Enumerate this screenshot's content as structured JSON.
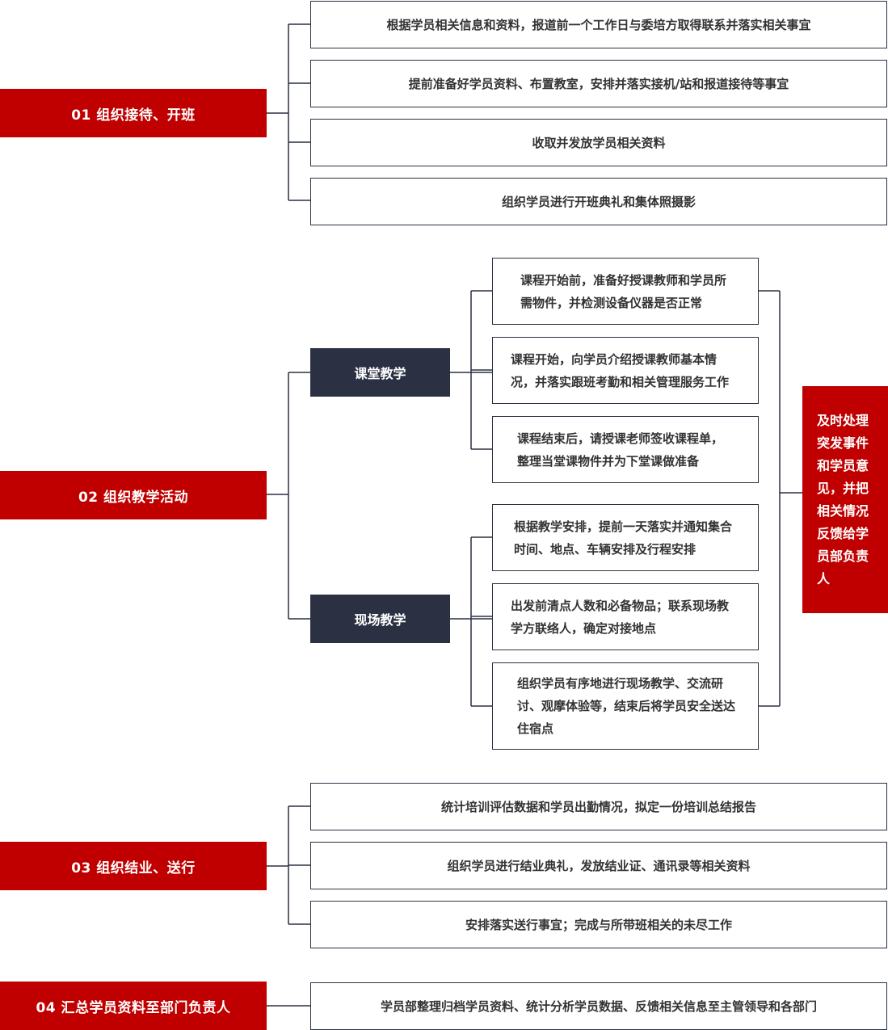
{
  "sections": [
    {
      "label": "01  组织接待、开班",
      "tasks": [
        "根据学员相关信息和资料，报道前一个工作日与委培方取得联系并落实相关事宜",
        "提前准备好学员资料、布置教室，安排并落实接机/站和报道接待等事宜",
        "收取并发放学员相关资料",
        "组织学员进行开班典礼和集体照摄影"
      ]
    },
    {
      "label": "02  组织教学活动",
      "groups": [
        {
          "label": "课堂教学",
          "tasks": [
            "课程开始前，准备好授课教师和学员所需物件，并检测设备仪器是否正常",
            "课程开始，向学员介绍授课教师基本情况，并落实跟班考勤和相关管理服务工作",
            "课程结束后，请授课老师签收课程单，整理当堂课物件并为下堂课做准备"
          ]
        },
        {
          "label": "现场教学",
          "tasks": [
            "根据教学安排，提前一天落实并通知集合时间、地点、车辆安排及行程安排",
            "出发前清点人数和必备物品；联系现场教学方联络人，确定对接地点",
            "组织学员有序地进行现场教学、交流研讨、观摩体验等，结束后将学员安全送达住宿点"
          ]
        }
      ],
      "side_note": "及时处理突发事件和学员意见，并把相关情况反馈给学员部负责人"
    },
    {
      "label": "03  组织结业、送行",
      "tasks": [
        "统计培训评估数据和学员出勤情况，拟定一份培训总结报告",
        "组织学员进行结业典礼，发放结业证、通讯录等相关资料",
        "安排落实送行事宜；完成与所带班相关的未尽工作"
      ]
    },
    {
      "label": "04  汇总学员资料至部门负责人",
      "tasks": [
        "学员部整理归档学员资料、统计分析学员数据、反馈相关信息至主管领导和各部门"
      ]
    }
  ],
  "colors": {
    "phase": "#c00000",
    "sub": "#2b3142",
    "line": "#2b3142"
  }
}
